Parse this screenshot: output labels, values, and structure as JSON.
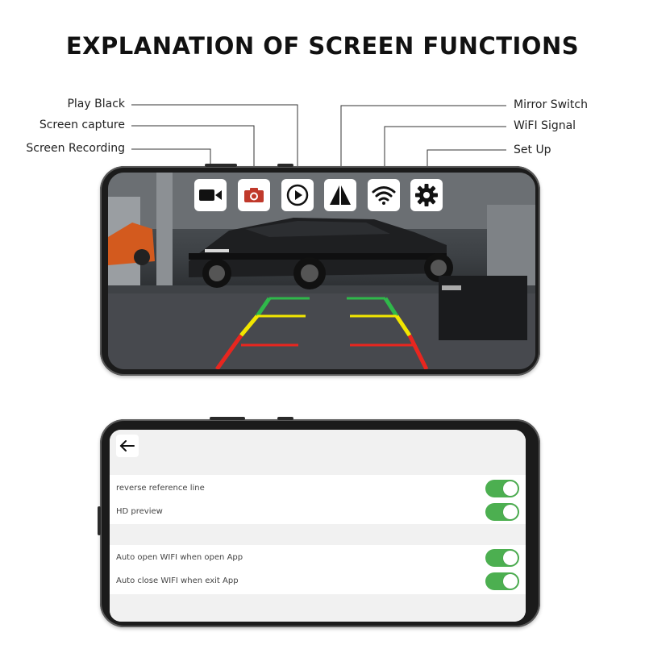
{
  "page": {
    "title": "EXPLANATION OF SCREEN FUNCTIONS"
  },
  "callouts": {
    "play_back": "Play Black",
    "screen_capture": "Screen capture",
    "screen_recording": "Screen Recording",
    "mirror_switch": "Mirror Switch",
    "wifi_signal": "WiFI Signal",
    "set_up": "Set Up"
  },
  "toolbar": {
    "icons": [
      "video-camera-icon",
      "camera-icon",
      "play-icon",
      "mirror-icon",
      "wifi-icon",
      "gear-icon"
    ],
    "camera_icon_color": "#c0392b"
  },
  "camera_view": {
    "guide_colors": {
      "near": "#e8261f",
      "mid": "#f2e600",
      "far": "#2fb84a"
    }
  },
  "settings": {
    "back_icon": "back-arrow-icon",
    "rows": [
      {
        "label": "reverse reference line",
        "on": true
      },
      {
        "label": "HD preview",
        "on": true
      },
      {
        "label": "Auto open WIFI when open App",
        "on": true
      },
      {
        "label": "Auto close WIFI when exit App",
        "on": true
      }
    ],
    "toggle_color": "#4caf50"
  }
}
